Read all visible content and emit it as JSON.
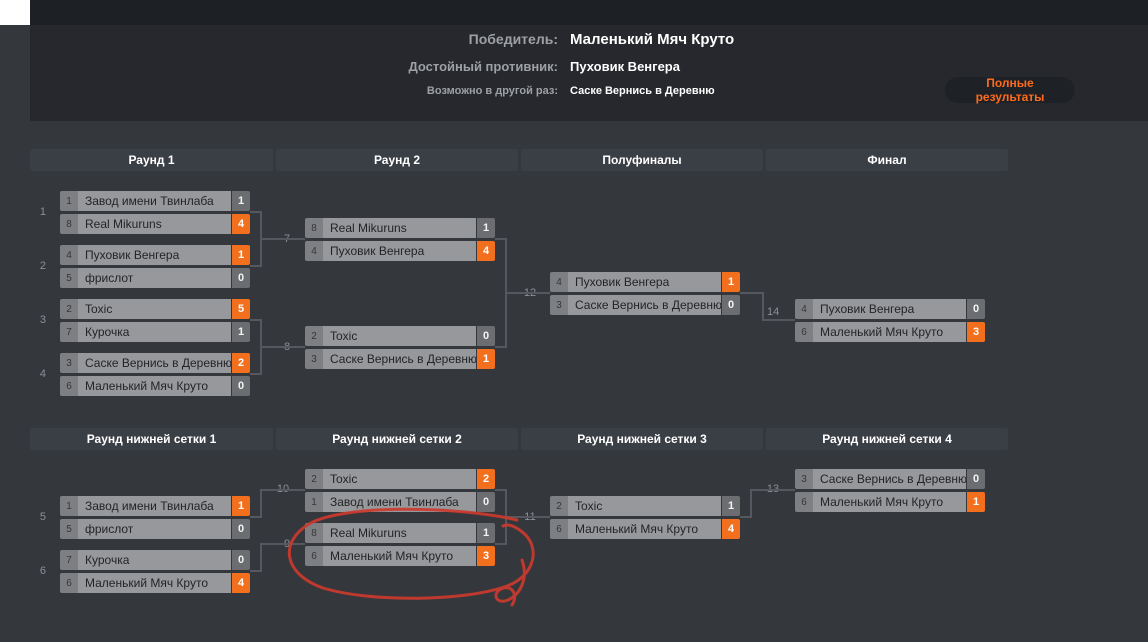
{
  "header": {
    "winner_label": "Победитель:",
    "winner_value": "Маленький Мяч Круто",
    "runner_up_label": "Достойный противник:",
    "runner_up_value": "Пуховик Венгера",
    "third_label": "Возможно в другой раз:",
    "third_value": "Саске Вернись в Деревню",
    "results_button": "Полные результаты"
  },
  "rounds": {
    "upper": [
      "Раунд 1",
      "Раунд 2",
      "Полуфиналы",
      "Финал"
    ],
    "lower": [
      "Раунд нижней сетки 1",
      "Раунд нижней сетки 2",
      "Раунд нижней сетки 3",
      "Раунд нижней сетки 4"
    ]
  },
  "matches": {
    "m1": {
      "number": "1",
      "teams": [
        {
          "seed": "1",
          "name": "Завод имени Твинлаба",
          "score": "1",
          "winner": false
        },
        {
          "seed": "8",
          "name": "Real Mikuruns",
          "score": "4",
          "winner": true
        }
      ]
    },
    "m2": {
      "number": "2",
      "teams": [
        {
          "seed": "4",
          "name": "Пуховик Венгера",
          "score": "1",
          "winner": true
        },
        {
          "seed": "5",
          "name": "фрислот",
          "score": "0",
          "winner": false
        }
      ]
    },
    "m3": {
      "number": "3",
      "teams": [
        {
          "seed": "2",
          "name": "Toxic",
          "score": "5",
          "winner": true
        },
        {
          "seed": "7",
          "name": "Курочка",
          "score": "1",
          "winner": false
        }
      ]
    },
    "m4": {
      "number": "4",
      "teams": [
        {
          "seed": "3",
          "name": "Саске Вернись в Деревню",
          "score": "2",
          "winner": true
        },
        {
          "seed": "6",
          "name": "Маленький Мяч Круто",
          "score": "0",
          "winner": false
        }
      ]
    },
    "m5": {
      "number": "5",
      "teams": [
        {
          "seed": "1",
          "name": "Завод имени Твинлаба",
          "score": "1",
          "winner": true
        },
        {
          "seed": "5",
          "name": "фрислот",
          "score": "0",
          "winner": false
        }
      ]
    },
    "m6": {
      "number": "6",
      "teams": [
        {
          "seed": "7",
          "name": "Курочка",
          "score": "0",
          "winner": false
        },
        {
          "seed": "6",
          "name": "Маленький Мяч Круто",
          "score": "4",
          "winner": true
        }
      ]
    },
    "m7": {
      "number": "7",
      "teams": [
        {
          "seed": "8",
          "name": "Real Mikuruns",
          "score": "1",
          "winner": false
        },
        {
          "seed": "4",
          "name": "Пуховик Венгера",
          "score": "4",
          "winner": true
        }
      ]
    },
    "m8": {
      "number": "8",
      "teams": [
        {
          "seed": "2",
          "name": "Toxic",
          "score": "0",
          "winner": false
        },
        {
          "seed": "3",
          "name": "Саске Вернись в Деревню",
          "score": "1",
          "winner": true
        }
      ]
    },
    "m9": {
      "number": "9",
      "teams": [
        {
          "seed": "8",
          "name": "Real Mikuruns",
          "score": "1",
          "winner": false
        },
        {
          "seed": "6",
          "name": "Маленький Мяч Круто",
          "score": "3",
          "winner": true
        }
      ]
    },
    "m10": {
      "number": "10",
      "teams": [
        {
          "seed": "2",
          "name": "Toxic",
          "score": "2",
          "winner": true
        },
        {
          "seed": "1",
          "name": "Завод имени Твинлаба",
          "score": "0",
          "winner": false
        }
      ]
    },
    "m11": {
      "number": "11",
      "teams": [
        {
          "seed": "2",
          "name": "Toxic",
          "score": "1",
          "winner": false
        },
        {
          "seed": "6",
          "name": "Маленький Мяч Круто",
          "score": "4",
          "winner": true
        }
      ]
    },
    "m12": {
      "number": "12",
      "teams": [
        {
          "seed": "4",
          "name": "Пуховик Венгера",
          "score": "1",
          "winner": true
        },
        {
          "seed": "3",
          "name": "Саске Вернись в Деревню",
          "score": "0",
          "winner": false
        }
      ]
    },
    "m13": {
      "number": "13",
      "teams": [
        {
          "seed": "3",
          "name": "Саске Вернись в Деревню",
          "score": "0",
          "winner": false
        },
        {
          "seed": "6",
          "name": "Маленький Мяч Круто",
          "score": "1",
          "winner": true
        }
      ]
    },
    "m14": {
      "number": "14",
      "teams": [
        {
          "seed": "4",
          "name": "Пуховик Венгера",
          "score": "0",
          "winner": false
        },
        {
          "seed": "6",
          "name": "Маленький Мяч Круто",
          "score": "3",
          "winner": true
        }
      ]
    }
  },
  "annotation": {
    "type": "hand-drawn-circle",
    "target_match": "9",
    "color": "#cc3a2e"
  },
  "colors": {
    "accent_winner": "#f26f1d",
    "button_text": "#ff6b1c",
    "background": "#34373c"
  }
}
